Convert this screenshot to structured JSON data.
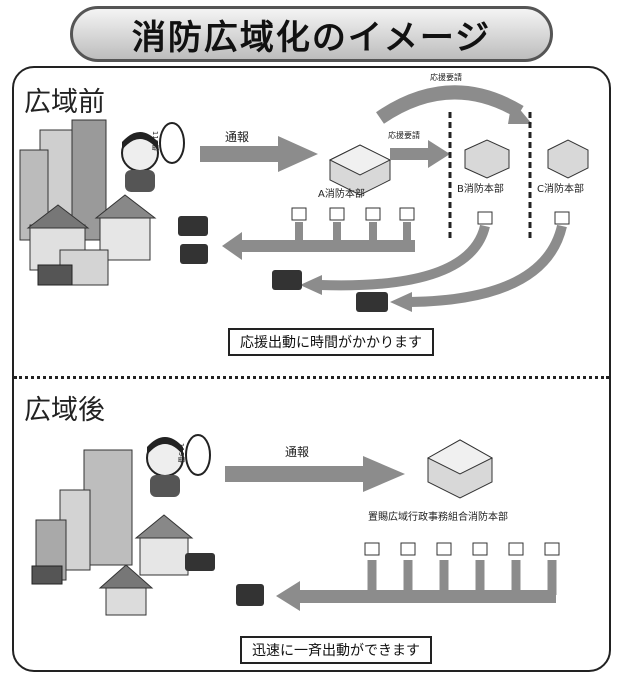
{
  "title": "消防広域化のイメージ",
  "before": {
    "heading": "広域前",
    "call_label": "通報",
    "dispatch_label_top": "応援要請",
    "dispatch_label_mid": "応援要請",
    "hq_a": "A消防本部",
    "hq_b": "B消防本部",
    "hq_c": "C消防本部",
    "phone_bubble": "119番",
    "caption": "応援出動に時間がかかります"
  },
  "after": {
    "heading": "広域後",
    "call_label": "通報",
    "hq": "置賜広域行政事務組合消防本部",
    "phone_bubble": "119番",
    "caption": "迅速に一斉出動ができます"
  },
  "colors": {
    "arrow": "#8c8c8c",
    "line": "#222222",
    "pill_border": "#555555"
  }
}
